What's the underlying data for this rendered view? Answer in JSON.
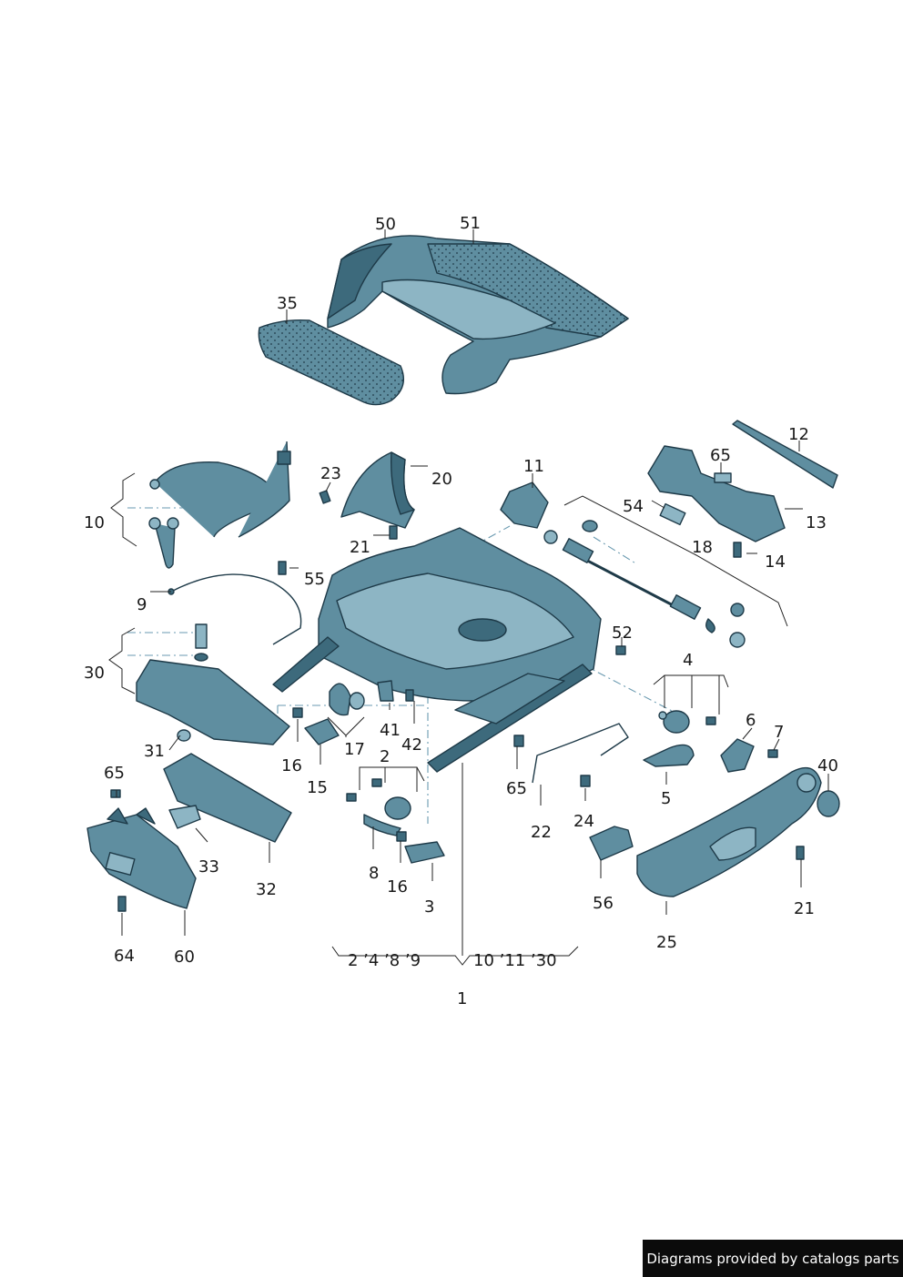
{
  "callouts": {
    "c50": "50",
    "c51": "51",
    "c35": "35",
    "c12": "12",
    "c65a": "65",
    "c13": "13",
    "c14": "14",
    "c54": "54",
    "c18": "18",
    "c11": "11",
    "c20": "20",
    "c23": "23",
    "c21a": "21",
    "c10": "10",
    "c9": "9",
    "c55": "55",
    "c30": "30",
    "c31": "31",
    "c16a": "16",
    "c15": "15",
    "c17": "17",
    "c41": "41",
    "c42": "42",
    "c52": "52",
    "c4": "4",
    "c6": "6",
    "c7": "7",
    "c5": "5",
    "c40": "40",
    "c2": "2",
    "c8": "8",
    "c16b": "16",
    "c3": "3",
    "c65b": "65",
    "c22": "22",
    "c24": "24",
    "c56": "56",
    "c25": "25",
    "c21b": "21",
    "c65c": "65",
    "c33": "33",
    "c32": "32",
    "c64": "64",
    "c60": "60",
    "c1": "1"
  },
  "group_labels": {
    "g1_left": "2 ’4 ’8 ’9",
    "g1_right": "10 ’11 ’30"
  },
  "credit": "Diagrams provided by catalogs parts",
  "colors": {
    "part_fill": "#5f8ea0",
    "part_light": "#8db5c4",
    "part_dark": "#3d6a7c",
    "outline": "#1e3a48",
    "dash_line": "#6a9ab0"
  }
}
